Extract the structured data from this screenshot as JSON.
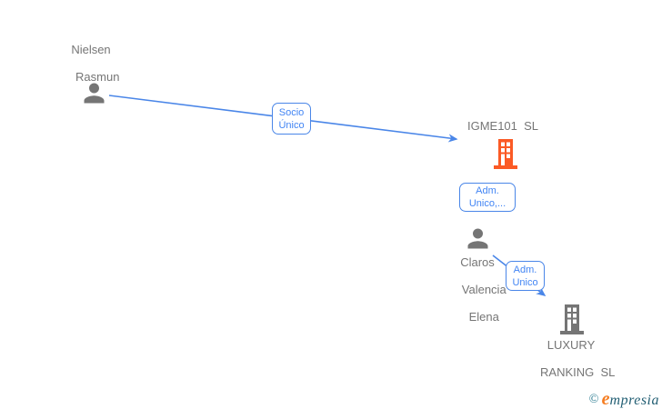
{
  "diagram_title": "company-relationship-graph",
  "colors": {
    "edge_blue": "#4a86e8",
    "edge_label_blue": "#4285f4",
    "node_gray": "#757575",
    "company_orange": "#fb5a25",
    "brand_teal": "#2a7b90",
    "brand_dark_teal": "#235f74",
    "brand_orange": "#f57d21"
  },
  "nodes": {
    "nielsen": {
      "type": "person",
      "icon": "person-icon",
      "line1": "Nielsen",
      "line2": "Rasmun"
    },
    "igme": {
      "type": "company",
      "icon": "building-icon",
      "label": "IGME101  SL"
    },
    "claros": {
      "type": "person",
      "icon": "person-icon",
      "line1": "Claros",
      "line2": "Valencia",
      "line3": "Elena"
    },
    "luxury": {
      "type": "company",
      "icon": "building-icon",
      "line1": "LUXURY",
      "line2": "RANKING  SL"
    }
  },
  "edges": {
    "socio": {
      "from": "Nielsen Rasmun",
      "to": "IGME101 SL",
      "line1": "Socio",
      "line2": "Único"
    },
    "adm1": {
      "from": "IGME101 SL",
      "to": "Claros Valencia Elena",
      "line1": "Adm.",
      "line2": "Unico,..."
    },
    "adm2": {
      "from": "Claros Valencia Elena",
      "to": "LUXURY RANKING SL",
      "line1": "Adm.",
      "line2": "Unico"
    }
  },
  "footer": {
    "copyright": "©",
    "brand_first_letter": "e",
    "brand_rest": "mpresia"
  }
}
